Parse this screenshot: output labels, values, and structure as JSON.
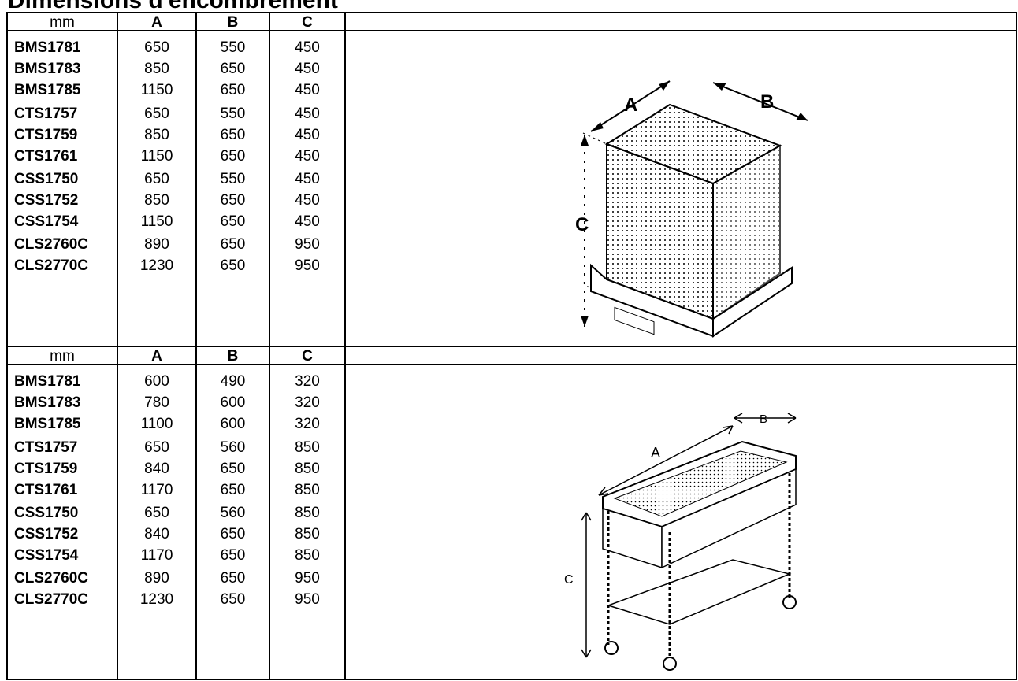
{
  "title": "Dimensions d'encombrement",
  "tables": [
    {
      "headers": [
        "mm",
        "A",
        "B",
        "C"
      ],
      "rows": [
        {
          "model": "BMS1781",
          "a": "650",
          "b": "550",
          "c": "450"
        },
        {
          "model": "BMS1783",
          "a": "850",
          "b": "650",
          "c": "450"
        },
        {
          "model": "BMS1785",
          "a": "1150",
          "b": "650",
          "c": "450"
        },
        {
          "model": "CTS1757",
          "a": "650",
          "b": "550",
          "c": "450"
        },
        {
          "model": "CTS1759",
          "a": "850",
          "b": "650",
          "c": "450"
        },
        {
          "model": "CTS1761",
          "a": "1150",
          "b": "650",
          "c": "450"
        },
        {
          "model": "CSS1750",
          "a": "650",
          "b": "550",
          "c": "450"
        },
        {
          "model": "CSS1752",
          "a": "850",
          "b": "650",
          "c": "450"
        },
        {
          "model": "CSS1754",
          "a": "1150",
          "b": "650",
          "c": "450"
        },
        {
          "model": "CLS2760C",
          "a": "890",
          "b": "650",
          "c": "950"
        },
        {
          "model": "CLS2770C",
          "a": "1230",
          "b": "650",
          "c": "950"
        }
      ],
      "drawing": {
        "icon": "packed-crate-drawing",
        "labels": {
          "a": "A",
          "b": "B",
          "c": "C"
        }
      }
    },
    {
      "headers": [
        "mm",
        "A",
        "B",
        "C"
      ],
      "rows": [
        {
          "model": "BMS1781",
          "a": "600",
          "b": "490",
          "c": "320"
        },
        {
          "model": "BMS1783",
          "a": "780",
          "b": "600",
          "c": "320"
        },
        {
          "model": "BMS1785",
          "a": "1100",
          "b": "600",
          "c": "320"
        },
        {
          "model": "CTS1757",
          "a": "650",
          "b": "560",
          "c": "850"
        },
        {
          "model": "CTS1759",
          "a": "840",
          "b": "650",
          "c": "850"
        },
        {
          "model": "CTS1761",
          "a": "1170",
          "b": "650",
          "c": "850"
        },
        {
          "model": "CSS1750",
          "a": "650",
          "b": "560",
          "c": "850"
        },
        {
          "model": "CSS1752",
          "a": "840",
          "b": "650",
          "c": "850"
        },
        {
          "model": "CSS1754",
          "a": "1170",
          "b": "650",
          "c": "850"
        },
        {
          "model": "CLS2760C",
          "a": "890",
          "b": "650",
          "c": "950"
        },
        {
          "model": "CLS2770C",
          "a": "1230",
          "b": "650",
          "c": "950"
        }
      ],
      "drawing": {
        "icon": "trolley-cart-drawing",
        "labels": {
          "a": "A",
          "b": "B",
          "c": "C"
        }
      }
    }
  ]
}
